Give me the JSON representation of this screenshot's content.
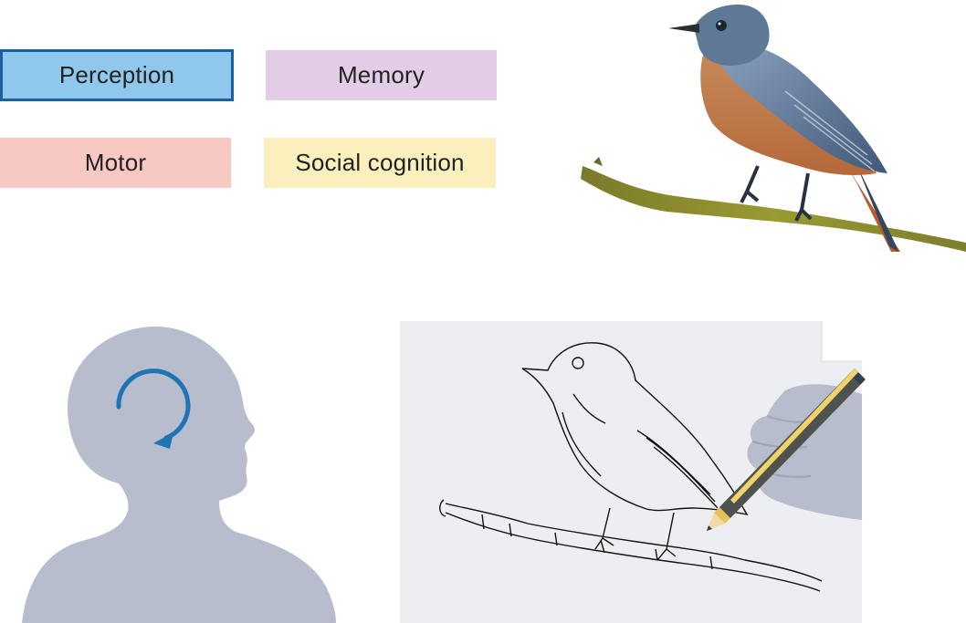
{
  "categories": {
    "perception": "Perception",
    "memory": "Memory",
    "motor": "Motor",
    "social": "Social cognition"
  },
  "colors": {
    "perception_fill": "#8fc8ec",
    "perception_border": "#1c5f9e",
    "memory_fill": "#e3cde6",
    "motor_fill": "#f8c8c3",
    "social_fill": "#fbf0bd",
    "silhouette": "#b7bdcc",
    "arrow": "#1f74b5",
    "paper": "#eceef2",
    "glove": "#b7bdcc",
    "pencil_body": "#e8c35a",
    "pencil_dark": "#34404f"
  },
  "icons": [
    "bird-photo",
    "head-silhouette",
    "circular-arrow-icon",
    "drawing-paper",
    "hand-with-pencil"
  ]
}
